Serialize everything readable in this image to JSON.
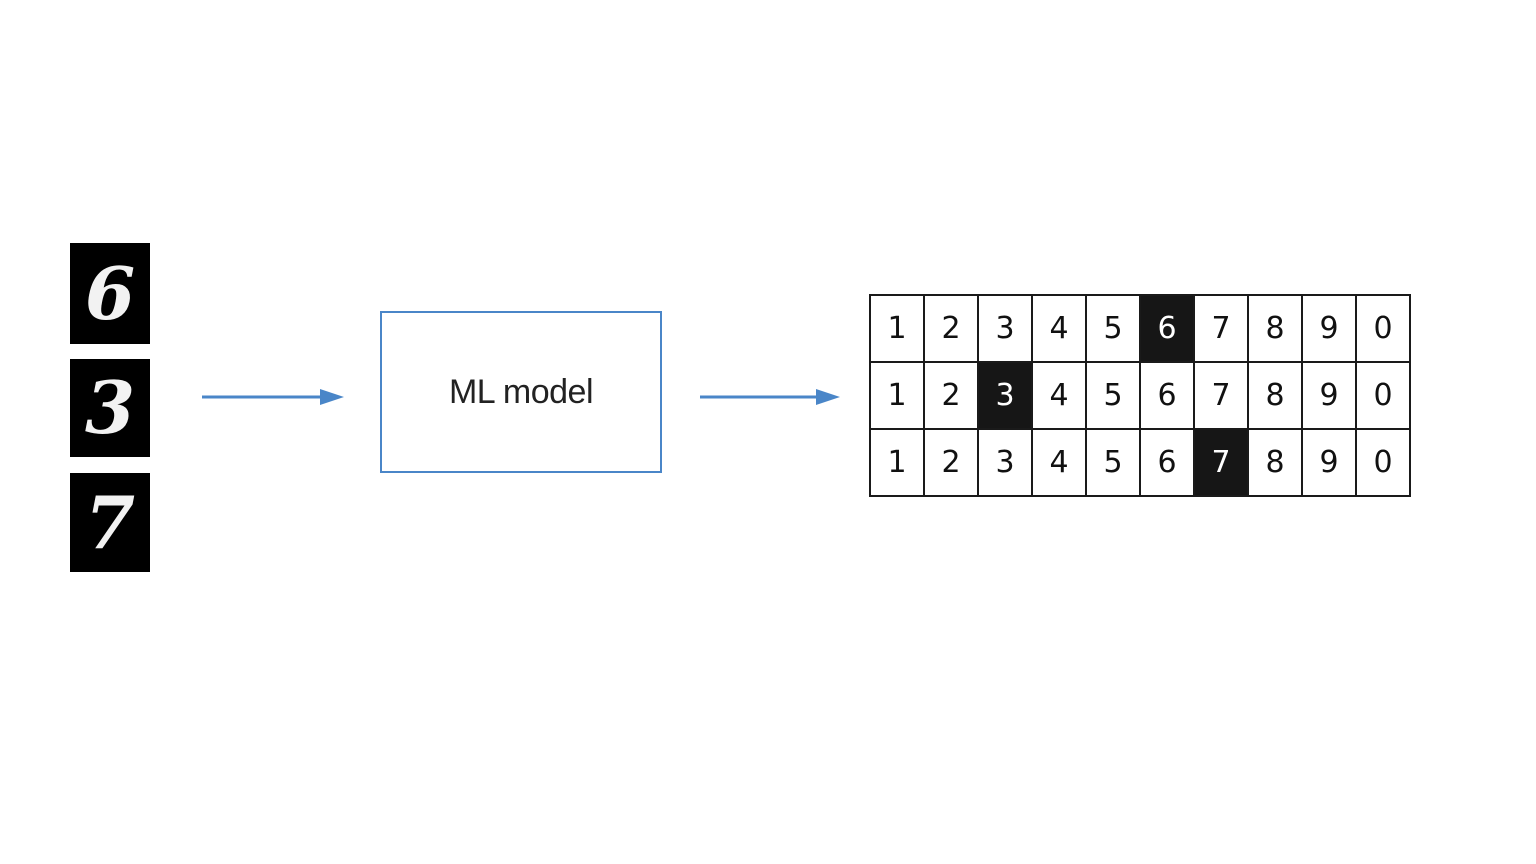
{
  "inputs": {
    "digits": [
      "6",
      "3",
      "7"
    ]
  },
  "model": {
    "label": "ML model"
  },
  "output": {
    "rows": [
      {
        "cells": [
          "1",
          "2",
          "3",
          "4",
          "5",
          "6",
          "7",
          "8",
          "9",
          "0"
        ],
        "active_label": "6"
      },
      {
        "cells": [
          "1",
          "2",
          "3",
          "4",
          "5",
          "6",
          "7",
          "8",
          "9",
          "0"
        ],
        "active_label": "3"
      },
      {
        "cells": [
          "1",
          "2",
          "3",
          "4",
          "5",
          "6",
          "7",
          "8",
          "9",
          "0"
        ],
        "active_label": "7"
      }
    ]
  },
  "colors": {
    "arrow": "#4a86c8",
    "box_border": "#4a86c8",
    "active_cell": "#161616"
  }
}
